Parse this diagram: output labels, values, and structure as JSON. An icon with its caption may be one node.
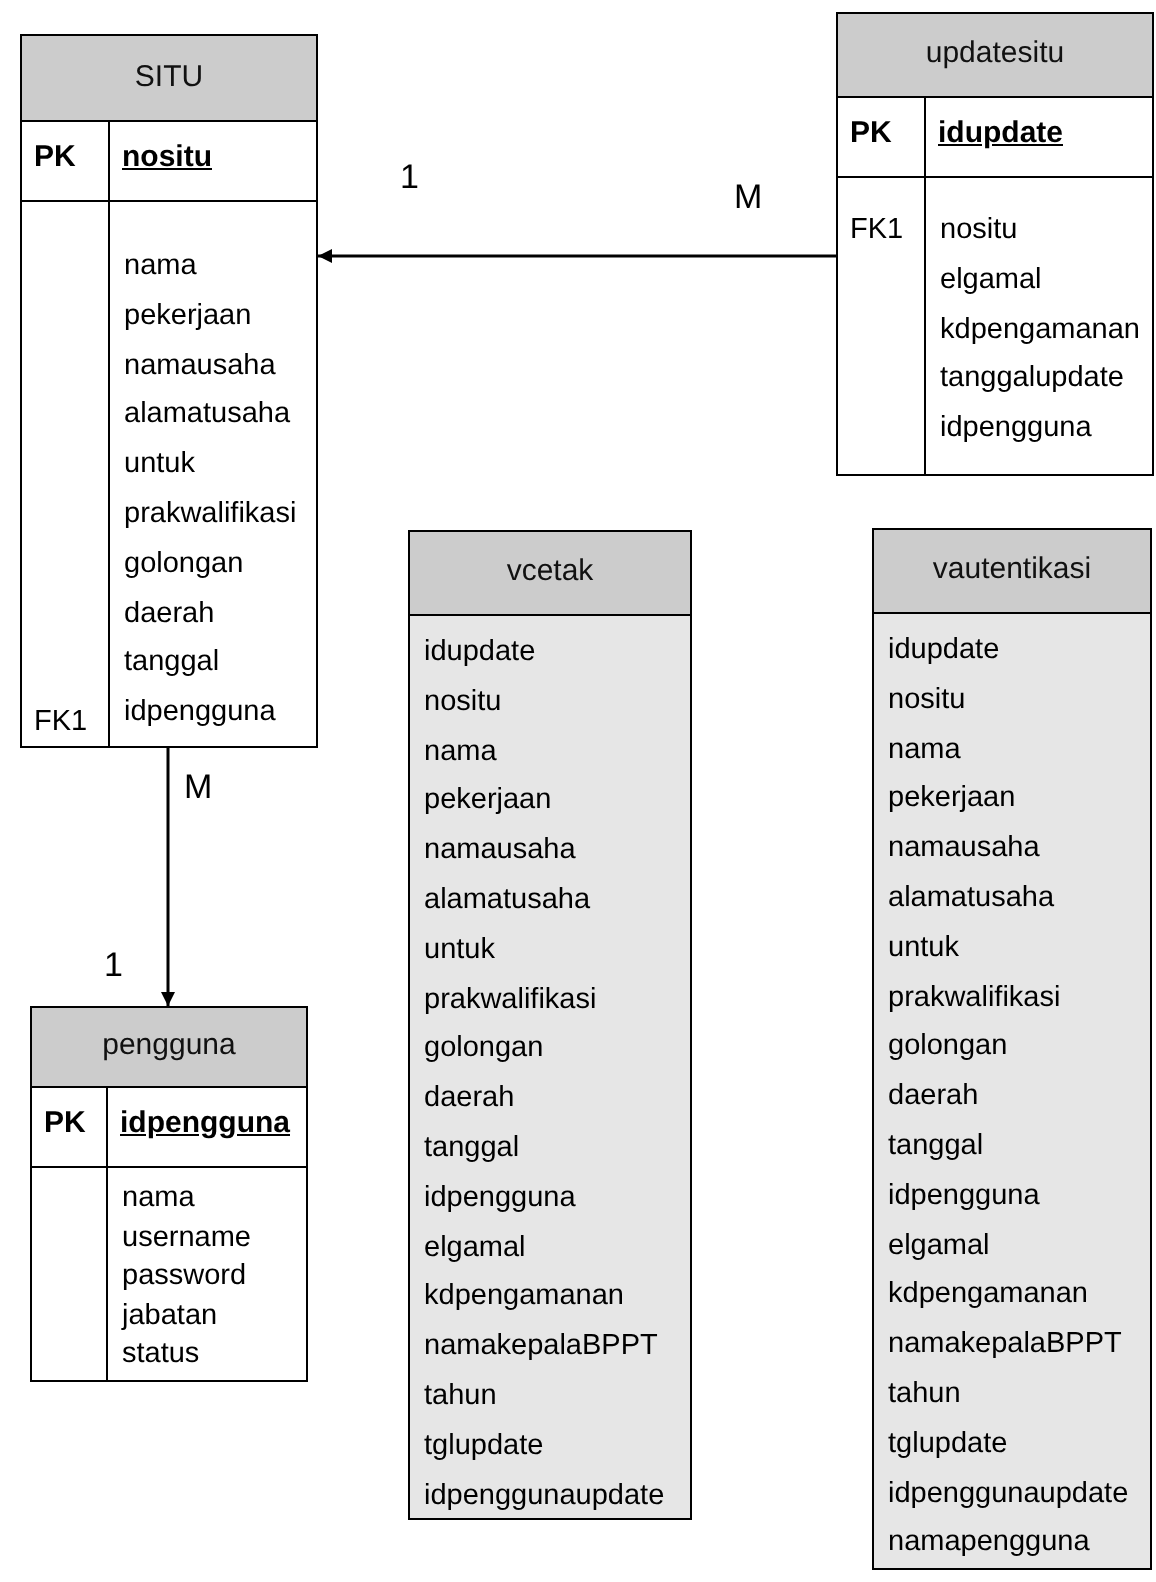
{
  "diagram": {
    "nodes": [
      {
        "text": [
          "SITU"
        ]
      },
      {
        "text": [
          "PK",
          "nositu"
        ],
        "in": 0
      },
      {
        "text": [
          "FK1"
        ],
        "in": 0
      },
      {
        "text": [
          "nama",
          "pekerjaan",
          "namausaha",
          "alamatusaha",
          "untuk",
          "prakwalifikasi",
          "golongan",
          "daerah",
          "tanggal",
          "idpengguna"
        ],
        "in": 0
      },
      {
        "text": [
          "updatesitu"
        ]
      },
      {
        "text": [
          "PK",
          "idupdate"
        ],
        "in": 4
      },
      {
        "text": [
          "FK1"
        ],
        "in": 4
      },
      {
        "text": [
          "nositu",
          "elgamal",
          "kdpengamanan",
          "tanggalupdate",
          "idpengguna"
        ],
        "in": 4
      },
      {
        "text": [
          "pengguna"
        ]
      },
      {
        "text": [
          "PK",
          "idpengguna"
        ],
        "in": 8
      },
      {
        "text": [
          "nama",
          "username",
          "password",
          "jabatan",
          "status"
        ],
        "in": 8
      },
      {
        "text": [
          "vcetak"
        ]
      },
      {
        "text": [
          "idupdate",
          "nositu",
          "nama",
          "pekerjaan",
          "namausaha",
          "alamatusaha",
          "untuk",
          "prakwalifikasi",
          "golongan",
          "daerah",
          "tanggal",
          "idpengguna",
          "elgamal",
          "kdpengamanan",
          "namakepalaBPPT",
          "tahun",
          "tglupdate",
          "idpenggunaupdate"
        ],
        "in": 11
      },
      {
        "text": [
          "vautentikasi"
        ]
      },
      {
        "text": [
          "idupdate",
          "nositu",
          "nama",
          "pekerjaan",
          "namausaha",
          "alamatusaha",
          "untuk",
          "prakwalifikasi",
          "golongan",
          "daerah",
          "tanggal",
          "idpengguna",
          "elgamal",
          "kdpengamanan",
          "namakepalaBPPT",
          "tahun",
          "tglupdate",
          "idpenggunaupdate",
          "namapengguna"
        ],
        "in": 13
      }
    ],
    "edges": [
      {
        "from": 4,
        "to": 0,
        "arrow": "to"
      },
      {
        "from": 0,
        "to": 8,
        "arrow": "to"
      }
    ],
    "labels": [
      "1",
      "M",
      "M",
      "1"
    ]
  }
}
